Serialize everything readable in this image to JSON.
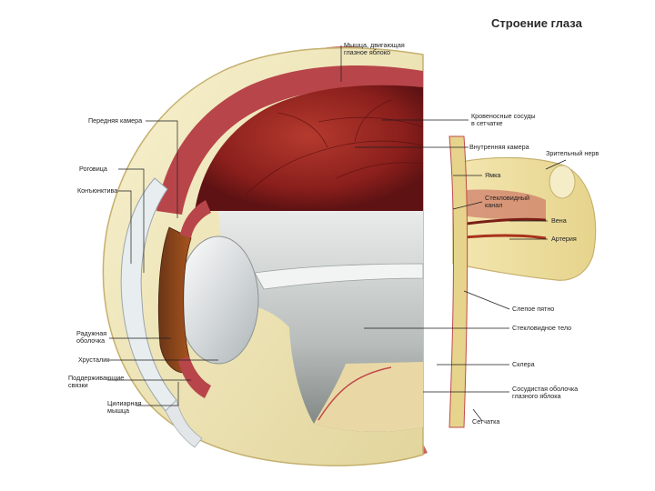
{
  "diagram": {
    "title": "Строение глаза",
    "labels": {
      "muscle": "Мышца, двигающая\nглазное яблоко",
      "anterior_chamber": "Передняя камера",
      "cornea": "Роговица",
      "conjunctiva": "Конъюнктива",
      "iris": "Радужная\nоболочка",
      "lens": "Хрусталик",
      "zonule": "Поддерживающие\nсвязки",
      "ciliary_muscle": "Цилиарная\nмышца",
      "retinal_vessels": "Кровеносные сосуды\nв сетчатке",
      "posterior_chamber": "Внутренняя камера",
      "fovea": "Ямка",
      "hyaloid_canal": "Стекловидный\nканал",
      "optic_nerve": "Зрительный нерв",
      "vein": "Вена",
      "artery": "Артерия",
      "blind_spot": "Слепое пятно",
      "vitreous_body": "Стекловидное тело",
      "sclera": "Склера",
      "choroid": "Сосудистая оболочка\nглазного яблока",
      "retina": "Сетчатка"
    }
  }
}
